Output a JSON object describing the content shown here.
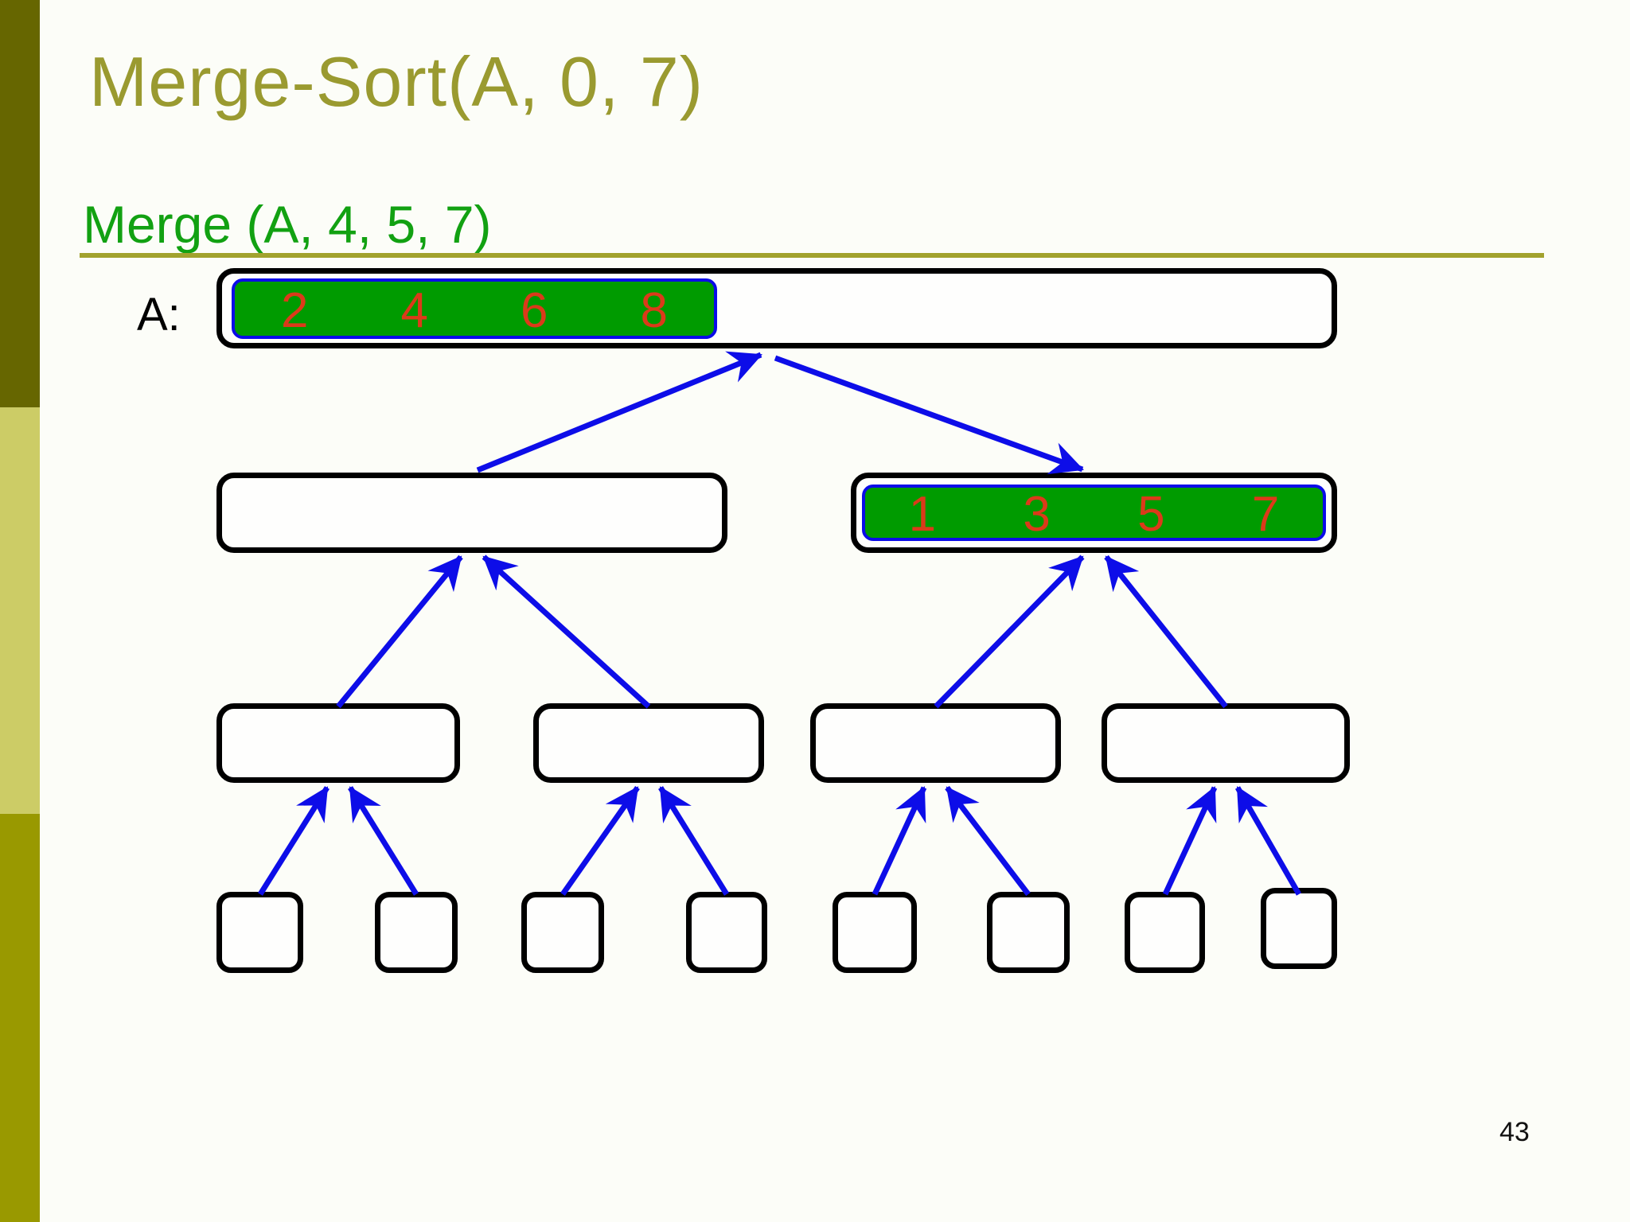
{
  "slide": {
    "title": "Merge-Sort(A, 0, 7)",
    "subtitle": "Merge (A, 4, 5, 7)",
    "array_label": "A:",
    "page_number": "43"
  },
  "colors": {
    "title_olive": "#9A9A30",
    "subtitle_green": "#12A112",
    "underline_olive": "#A2A22E",
    "sidebar_dark": "#666600",
    "sidebar_light": "#CCCC66",
    "sidebar_medium": "#999900",
    "node_border": "#000000",
    "highlight_fill_green": "#009B00",
    "highlight_border_blue": "#0B0BE8",
    "value_red": "#DC3A1A",
    "arrow_blue": "#0D0DE8",
    "background": "#FCFDF8"
  },
  "tree": {
    "level1": {
      "description": "array A after merging left half",
      "highlighted": "left-half",
      "values": [
        "2",
        "4",
        "6",
        "8"
      ]
    },
    "level2": {
      "left": {
        "values": []
      },
      "right": {
        "description": "right half just merged",
        "highlighted": "full",
        "values": [
          "1",
          "3",
          "5",
          "7"
        ]
      }
    },
    "level3": {
      "box_count": 4,
      "values": []
    },
    "level4": {
      "box_count": 8,
      "values": []
    }
  }
}
